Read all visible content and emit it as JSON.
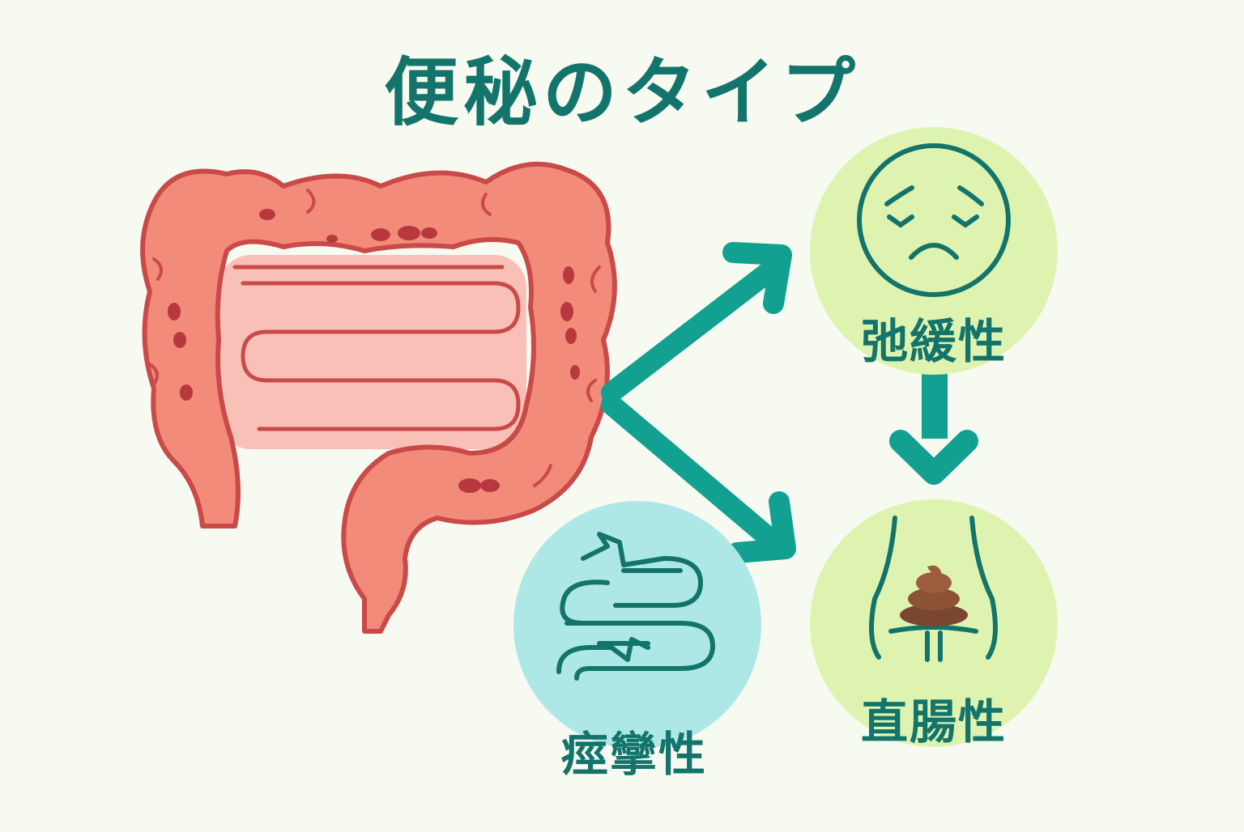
{
  "title": "便秘のタイプ",
  "types": {
    "atonic": {
      "label": "弛緩性"
    },
    "rectal": {
      "label": "直腸性"
    },
    "spastic": {
      "label": "痙攣性"
    }
  },
  "colors": {
    "teal": "#13746b",
    "arrow": "#12a091",
    "green_circle": "#dff3b0",
    "blue_circle": "#ade8e6",
    "intestine": "#f28b7a",
    "intestine_outline": "#c94a48",
    "background": "#f6faf1"
  },
  "icons": {
    "atonic": "sad-face-icon",
    "rectal": "stool-icon",
    "spastic": "cramped-intestine-icon",
    "main": "intestine-illustration"
  }
}
